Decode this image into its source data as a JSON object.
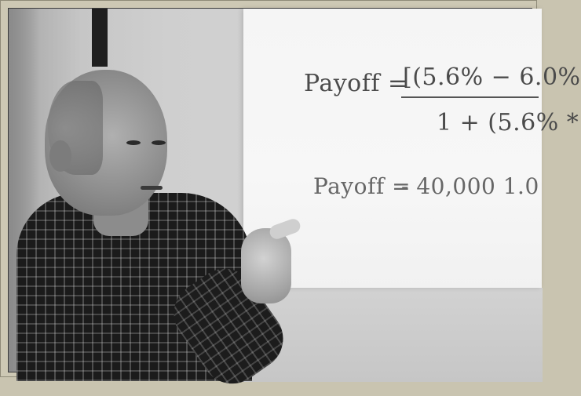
{
  "slide": {
    "formula1": {
      "label": "Payoff =",
      "numerator": "[(5.6% − 6.0%",
      "denominator": "1 + (5.6% *"
    },
    "formula2": {
      "label": "Payoff =",
      "value": "- 40,000   1.0"
    }
  }
}
